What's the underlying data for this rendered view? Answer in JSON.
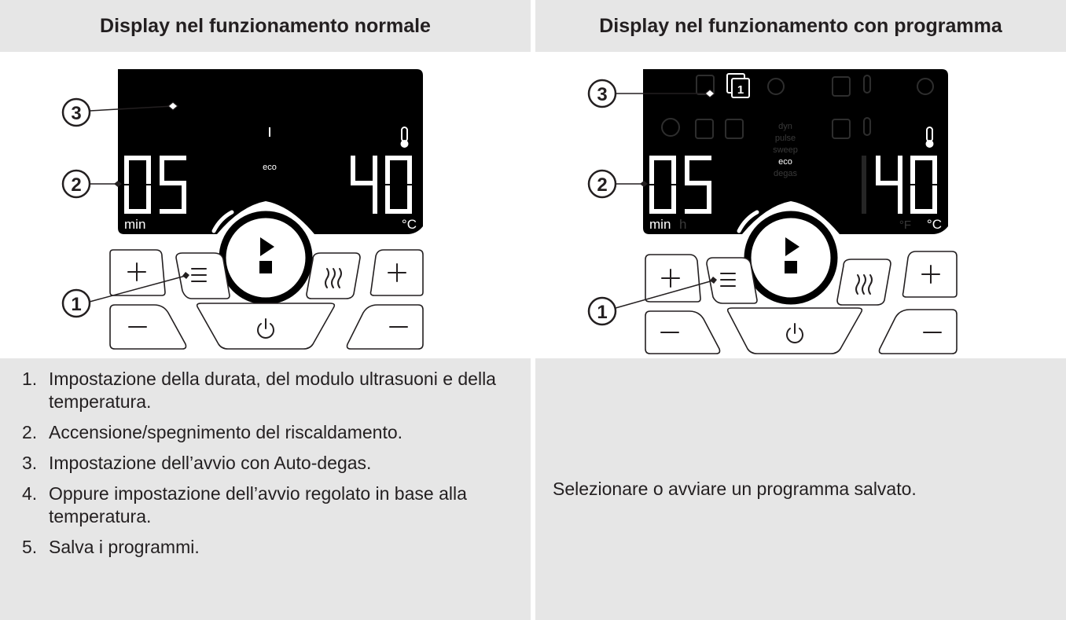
{
  "headers": {
    "normal": "Display nel funzionamento normale",
    "program": "Display nel funzionamento con programma"
  },
  "panels": {
    "normal": {
      "time_value": "05",
      "time_unit": "min",
      "temp_value": "40",
      "temp_unit": "°C",
      "mode": "eco",
      "callouts": [
        "1",
        "2",
        "3"
      ],
      "icons": [
        "thermometer-icon",
        "menu-icon",
        "play-stop-icon",
        "heat-icon",
        "power-icon",
        "plus-icon",
        "minus-icon"
      ]
    },
    "program": {
      "time_value": "05",
      "time_unit": "min",
      "time_unit_ghost": "h",
      "temp_value": "40",
      "temp_unit": "°C",
      "temp_unit_ghost": "°F",
      "program_number": "1",
      "modes": [
        "dyn",
        "pulse",
        "sweep",
        "eco",
        "degas"
      ],
      "active_mode": "eco",
      "callouts": [
        "1",
        "2",
        "3"
      ],
      "icons": [
        "program-icon",
        "thermometer-icon",
        "menu-icon",
        "play-stop-icon",
        "heat-icon",
        "power-icon",
        "plus-icon",
        "minus-icon"
      ]
    }
  },
  "left_steps": [
    {
      "num": "1.",
      "text": "Impostazione della durata, del modulo ultrasuoni e della temperatura."
    },
    {
      "num": "2.",
      "text": "Accensione/spegnimento del riscaldamento."
    },
    {
      "num": "3.",
      "text": "Impostazione dell’avvio con Auto-degas."
    },
    {
      "num": "4.",
      "text": "Oppure impostazione dell’avvio regolato in base alla temperatura."
    },
    {
      "num": "5.",
      "text": "Salva i programmi."
    }
  ],
  "right_text": "Selezionare o avviare un programma salvato.",
  "colors": {
    "header_bg": "#e6e6e6",
    "lcd_bg": "#000000",
    "text": "#231f20"
  }
}
